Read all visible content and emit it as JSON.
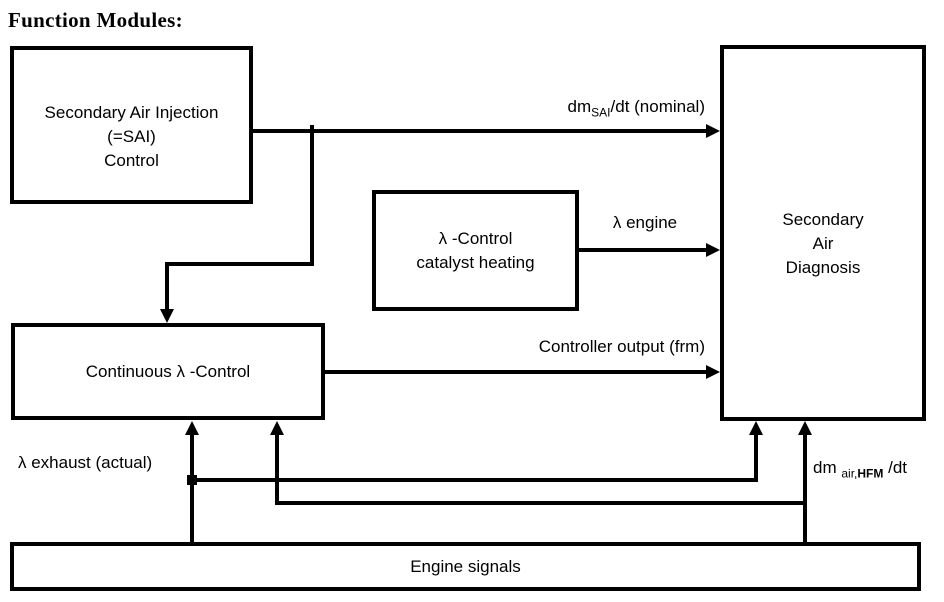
{
  "title": "Function Modules:",
  "boxes": {
    "sai_control": {
      "lines": [
        "Secondary Air Injection",
        "(=SAI)",
        "Control"
      ]
    },
    "lambda_catalyst": {
      "lines": [
        "λ -Control",
        "catalyst heating"
      ]
    },
    "continuous_lambda": {
      "label": "Continuous λ -Control"
    },
    "secondary_air_diagnosis": {
      "lines": [
        "Secondary",
        "Air",
        "Diagnosis"
      ]
    },
    "engine_signals": {
      "label": "Engine signals"
    }
  },
  "signal_labels": {
    "dm_sai": {
      "base": "dm",
      "subscript": "SAI",
      "rest": "/dt (nominal)"
    },
    "lambda_engine": "λ engine",
    "controller_output": "Controller output (frm)",
    "lambda_exhaust": "λ exhaust (actual)",
    "dm_air_hfm": {
      "base": "dm",
      "subscript_normal": "air,",
      "subscript_bold": "HFM",
      "rest": "/dt"
    }
  },
  "colors": {
    "line": "#000000",
    "background": "#ffffff"
  }
}
